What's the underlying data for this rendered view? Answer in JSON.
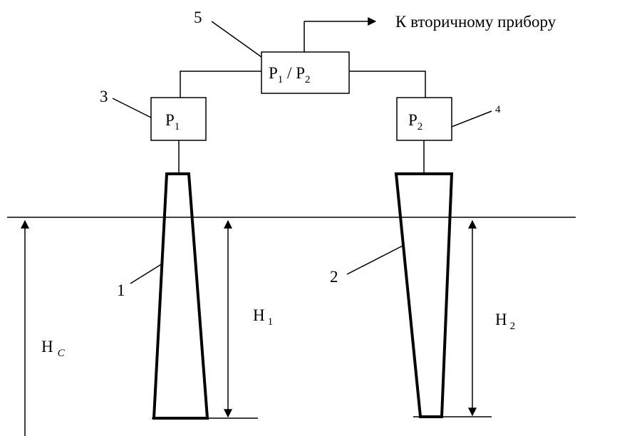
{
  "output_label": "К вторичному прибору",
  "divider": {
    "symbol": "P",
    "sub1": "1",
    "slash": " / ",
    "sub2": "2"
  },
  "sensor_left": {
    "symbol": "P",
    "sub": "1"
  },
  "sensor_right": {
    "symbol": "P",
    "sub": "2"
  },
  "callouts": {
    "probe1": "1",
    "probe2": "2",
    "sensor_left": "3",
    "sensor_right": "4",
    "divider": "5"
  },
  "heights": {
    "h1": {
      "symbol": "H",
      "sub": "1"
    },
    "h2": {
      "symbol": "H",
      "sub": "2"
    },
    "hc": {
      "symbol": "H",
      "sub": "C"
    }
  },
  "colors": {
    "stroke": "#000000",
    "background": "#ffffff"
  }
}
